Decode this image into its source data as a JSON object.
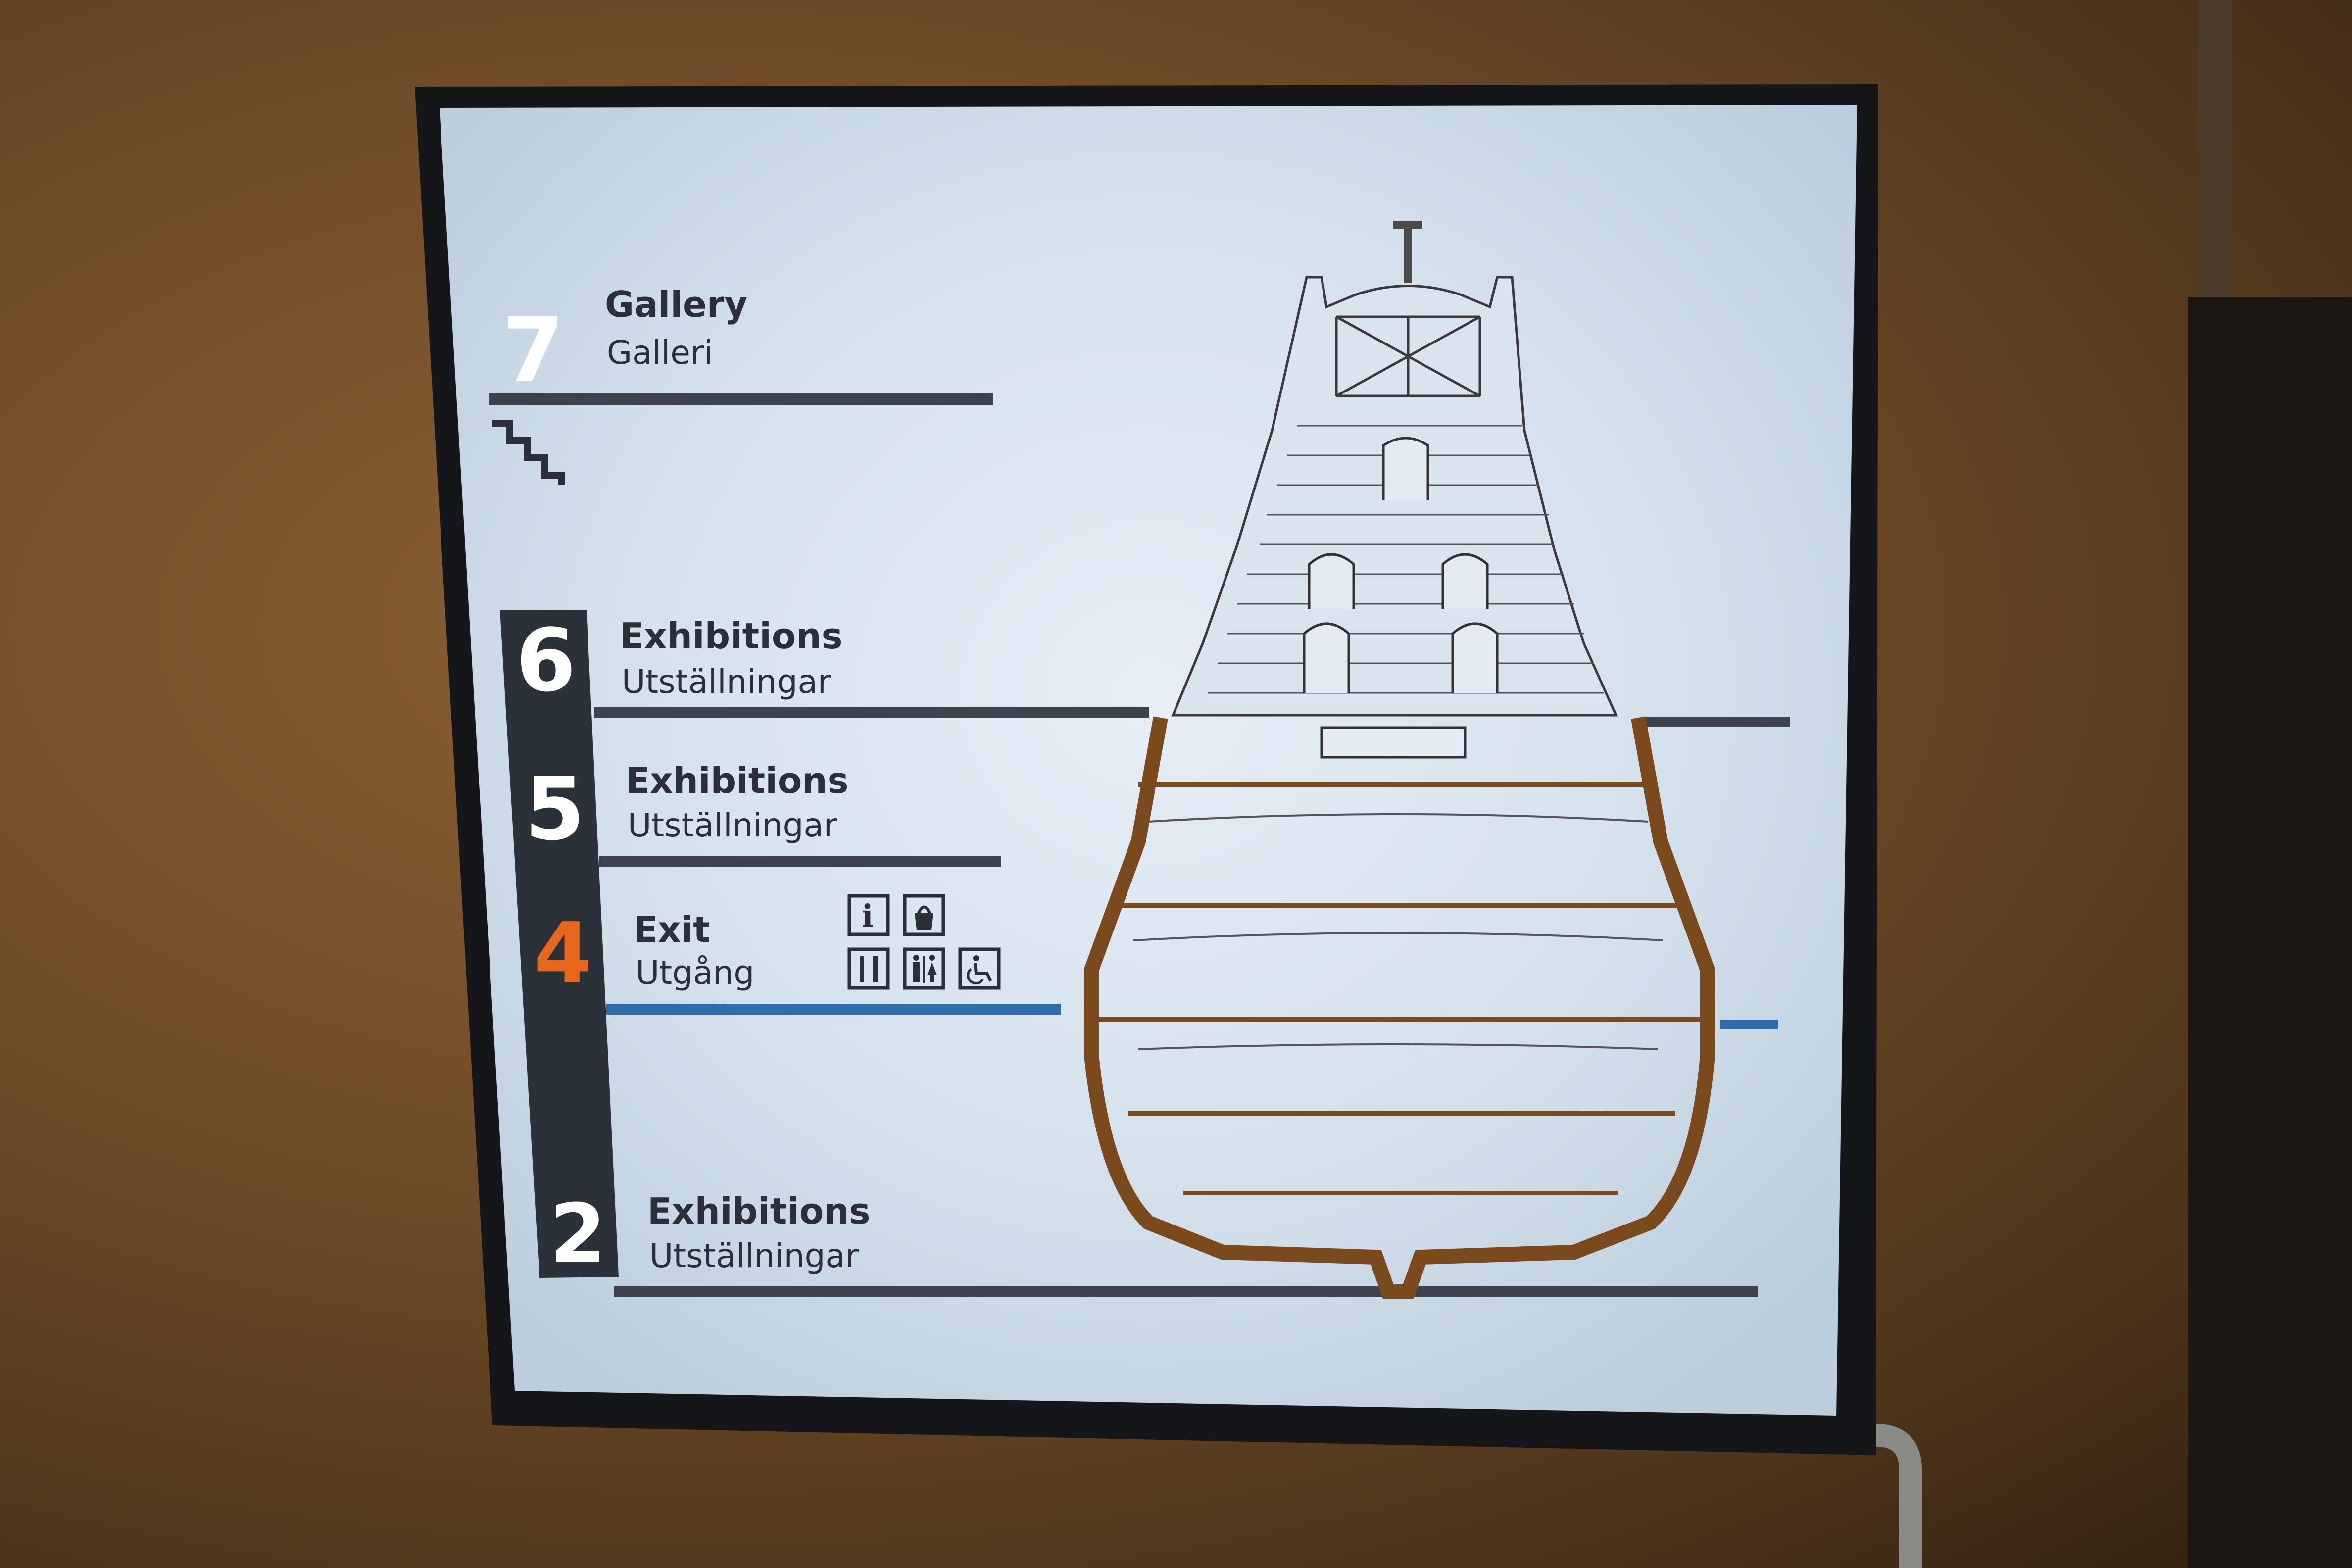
{
  "floors": [
    {
      "number": "7",
      "label_en": "Gallery",
      "label_sv": "Galleri"
    },
    {
      "number": "6",
      "label_en": "Exhibitions",
      "label_sv": "Utställningar"
    },
    {
      "number": "5",
      "label_en": "Exhibitions",
      "label_sv": "Utställningar"
    },
    {
      "number": "4",
      "label_en": "Exit",
      "label_sv": "Utgång",
      "current": true
    },
    {
      "number": "2",
      "label_en": "Exhibitions",
      "label_sv": "Utställningar"
    }
  ],
  "icons": {
    "info": "i",
    "row1": [
      "info-icon",
      "shop-icon"
    ],
    "row2": [
      "restaurant-icon",
      "toilet-icon",
      "wheelchair-icon"
    ]
  },
  "colors": {
    "current_floor": "#e8671e",
    "floor_line": "#3d434c",
    "current_line": "#2e6da8",
    "hull": "#7a4a1c",
    "panel": "#d6e3ee",
    "column": "#2b3138"
  }
}
